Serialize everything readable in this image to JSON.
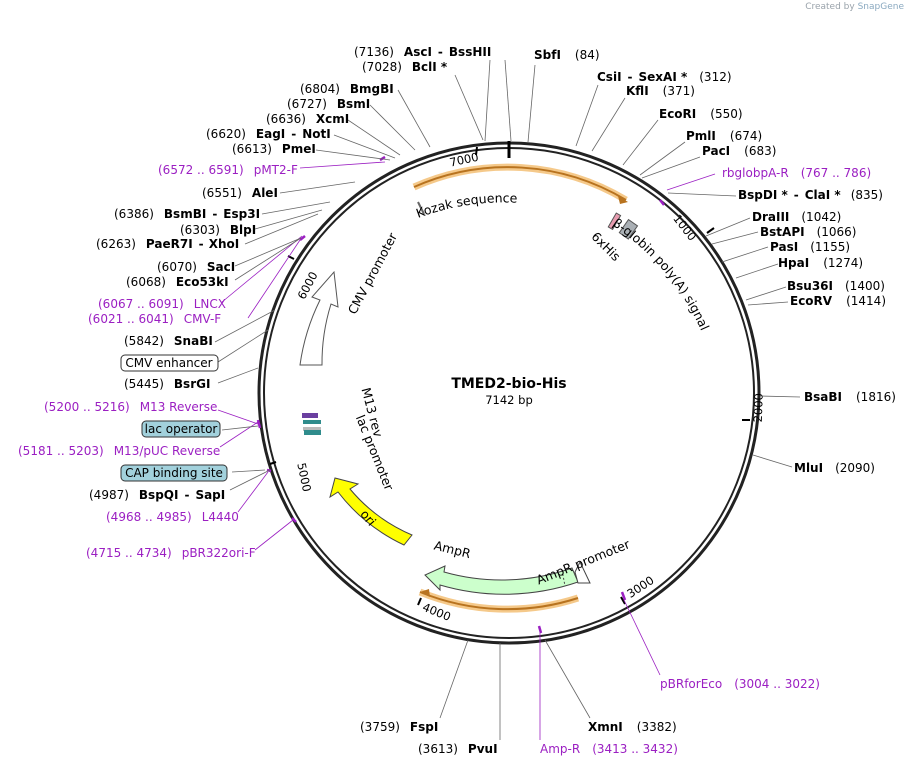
{
  "credit": {
    "prefix": "Created by",
    "brand": "SnapGene"
  },
  "plasmid": {
    "name": "TMED2-bio-His",
    "size_label": "7142 bp",
    "length": 7142
  },
  "ticks": [
    "1000",
    "2000",
    "3000",
    "4000",
    "5000",
    "6000",
    "7000"
  ],
  "enzymes": [
    {
      "name": "SbfI",
      "pos": "(84)"
    },
    {
      "name": "CsiI",
      "name2": "SexAI *",
      "pos": "(312)"
    },
    {
      "name": "KflI",
      "pos": "(371)"
    },
    {
      "name": "EcoRI",
      "pos": "(550)"
    },
    {
      "name": "PmlI",
      "pos": "(674)"
    },
    {
      "name": "PacI",
      "pos": "(683)"
    },
    {
      "name": "BspDI *",
      "name2": "ClaI *",
      "pos": "(835)"
    },
    {
      "name": "DraIII",
      "pos": "(1042)"
    },
    {
      "name": "BstAPI",
      "pos": "(1066)"
    },
    {
      "name": "PasI",
      "pos": "(1155)"
    },
    {
      "name": "HpaI",
      "pos": "(1274)"
    },
    {
      "name": "Bsu36I",
      "pos": "(1400)"
    },
    {
      "name": "EcoRV",
      "pos": "(1414)"
    },
    {
      "name": "BsaBI",
      "pos": "(1816)"
    },
    {
      "name": "MluI",
      "pos": "(2090)"
    },
    {
      "name": "XmnI",
      "pos": "(3382)"
    },
    {
      "name": "PvuI",
      "pos": "(3613)"
    },
    {
      "name": "FspI",
      "pos": "(3759)"
    },
    {
      "name": "BspQI",
      "name2": "SapI",
      "pos": "(4987)"
    },
    {
      "name": "BsrGI",
      "pos": "(5445)"
    },
    {
      "name": "SnaBI",
      "pos": "(5842)"
    },
    {
      "name": "Eco53kI",
      "pos": "(6068)"
    },
    {
      "name": "SacI",
      "pos": "(6070)"
    },
    {
      "name": "PaeR7I",
      "name2": "XhoI",
      "pos": "(6263)"
    },
    {
      "name": "BlpI",
      "pos": "(6303)"
    },
    {
      "name": "BsmBI",
      "name2": "Esp3I",
      "pos": "(6386)"
    },
    {
      "name": "AleI",
      "pos": "(6551)"
    },
    {
      "name": "PmeI",
      "pos": "(6613)"
    },
    {
      "name": "EagI",
      "name2": "NotI",
      "pos": "(6620)"
    },
    {
      "name": "XcmI",
      "pos": "(6636)"
    },
    {
      "name": "BsmI",
      "pos": "(6727)"
    },
    {
      "name": "BmgBI",
      "pos": "(6804)"
    },
    {
      "name": "BclI *",
      "pos": "(7028)"
    },
    {
      "name": "AscI",
      "name2": "BssHII",
      "pos": "(7136)"
    }
  ],
  "primers": [
    {
      "name": "rbglobpA-R",
      "range": "(767 .. 786)"
    },
    {
      "name": "pBRforEco",
      "range": "(3004 .. 3022)"
    },
    {
      "name": "Amp-R",
      "range": "(3413 .. 3432)"
    },
    {
      "name": "pBR322ori-F",
      "range": "(4715 .. 4734)"
    },
    {
      "name": "L4440",
      "range": "(4968 .. 4985)"
    },
    {
      "name": "M13/pUC Reverse",
      "range": "(5181 .. 5203)"
    },
    {
      "name": "M13 Reverse",
      "range": "(5200 .. 5216)"
    },
    {
      "name": "CMV-F",
      "range": "(6021 .. 6041)"
    },
    {
      "name": "LNCX",
      "range": "(6067 .. 6091)"
    },
    {
      "name": "pMT2-F",
      "range": "(6572 .. 6591)"
    }
  ],
  "boxed_features": [
    "lac operator",
    "CAP binding site",
    "CMV enhancer"
  ],
  "features": {
    "kozak": "Kozak sequence",
    "his": "6xHis",
    "globin": "β-globin poly(A) signal",
    "cmv": "CMV promoter",
    "ori": "ori",
    "ampr": "AmpR",
    "amp_promoter": "AmpR promoter",
    "lac_promoter": "lac promoter",
    "m13rev": "M13 rev"
  },
  "colors": {
    "backbone": "#222222",
    "primer": "#9b1fc2",
    "ori": "#ffff00",
    "ampr": "#ccffcc",
    "orf_outline": "#f5c98a",
    "orf_arrow": "#b8731f",
    "lac_box": "#a2d1dc"
  }
}
